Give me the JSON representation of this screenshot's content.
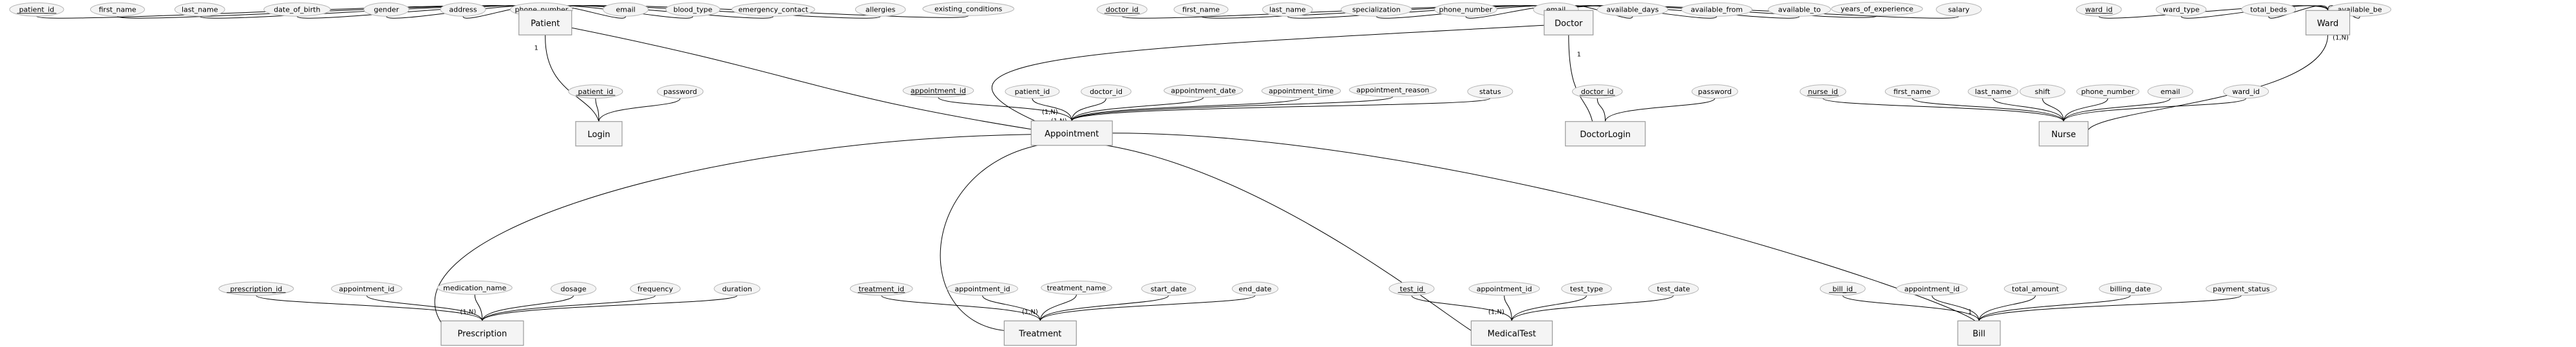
{
  "entities": {
    "patient": "Patient",
    "doctor": "Doctor",
    "ward": "Ward",
    "login": "Login",
    "appointment": "Appointment",
    "doctorlogin": "DoctorLogin",
    "nurse": "Nurse",
    "prescription": "Prescription",
    "treatment": "Treatment",
    "medicaltest": "MedicalTest",
    "bill": "Bill"
  },
  "attributes": {
    "patient": [
      "patient_id",
      "first_name",
      "last_name",
      "date_of_birth",
      "gender",
      "address",
      "phone_number",
      "email",
      "blood_type",
      "emergency_contact",
      "allergies",
      "existing_conditions"
    ],
    "doctor": [
      "doctor_id",
      "first_name",
      "last_name",
      "specialization",
      "phone_number",
      "email",
      "available_days",
      "available_from",
      "available_to",
      "years_of_experience",
      "salary"
    ],
    "ward": [
      "ward_id",
      "ward_type",
      "total_beds",
      "available_be"
    ],
    "login": [
      "patient_id",
      "password"
    ],
    "appointment": [
      "appointment_id",
      "patient_id",
      "doctor_id",
      "appointment_date",
      "appointment_time",
      "appointment_reason",
      "status"
    ],
    "doctorlogin": [
      "doctor_id",
      "password"
    ],
    "nurse": [
      "nurse_id",
      "first_name",
      "last_name",
      "shift",
      "phone_number",
      "email",
      "ward_id"
    ],
    "prescription": [
      "prescription_id",
      "appointment_id",
      "medication_name",
      "dosage",
      "frequency",
      "duration"
    ],
    "treatment": [
      "treatment_id",
      "appointment_id",
      "treatment_name",
      "start_date",
      "end_date"
    ],
    "medicaltest": [
      "test_id",
      "appointment_id",
      "test_type",
      "test_date"
    ],
    "bill": [
      "bill_id",
      "appointment_id",
      "total_amount",
      "billing_date",
      "payment_status"
    ]
  },
  "cardinalities": {
    "patient_login": "1",
    "patient_appointment": "(1,N)",
    "doctor_appointment": "(1,N)",
    "doctor_doctorlogin": "1",
    "ward_nurse": "(1,N)",
    "appointment_prescription": "(1,N)",
    "appointment_treatment": "(1,N)",
    "appointment_medicaltest": "(1,N)",
    "appointment_bill": "1"
  }
}
